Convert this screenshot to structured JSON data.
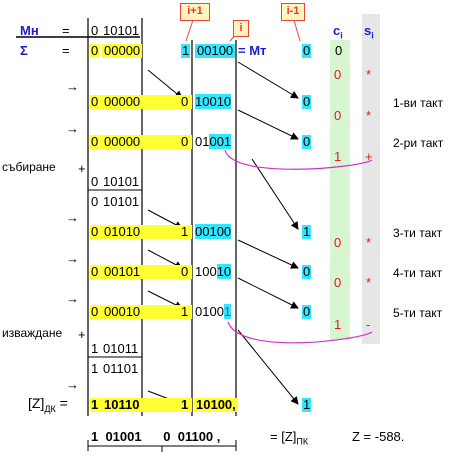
{
  "labels": {
    "mn": "Мн",
    "sigma": "Σ",
    "eq": "=",
    "mt": "= Мт",
    "i_plus_1": "i+1",
    "i": "i",
    "i_minus_1": "i-1",
    "c_head": "ci",
    "s_head": "si",
    "add": "събиране",
    "sub": "изваждане",
    "plus": "+",
    "arrow": "→",
    "zdk": "[Z]ДК =",
    "zpk": "= [Z]ПК",
    "z_value": "Z = -588."
  },
  "header": {
    "mn_sign": "0",
    "mn_bits": "10101",
    "sig_sign": "0",
    "sig_bits": "00000",
    "mt_sign": "1",
    "mt_bits_a": "00",
    "mt_bits_b": "100",
    "mt_extra": "0",
    "c0": "0"
  },
  "rows": [
    {
      "s": "0",
      "b": "00000",
      "m1": "0",
      "ma": "100",
      "mb": "10",
      "e": "0",
      "c": "0",
      "si": "*",
      "tact": "1-ви такт"
    },
    {
      "s": "0",
      "b": "00000",
      "m1": "0",
      "ma": "01",
      "mb": "001",
      "e": "0",
      "c": "1",
      "si": "+",
      "tact": "2-ри такт"
    },
    {
      "s": "0",
      "b": "01010",
      "m1": "1",
      "ma": "00",
      "mb": "100",
      "e": "1",
      "c": "0",
      "si": "*",
      "tact": "3-ти такт"
    },
    {
      "s": "0",
      "b": "00101",
      "m1": "0",
      "ma": "100",
      "mb": "10",
      "e": "0",
      "c": "0",
      "si": "*",
      "tact": "4-ти такт"
    },
    {
      "s": "0",
      "b": "00010",
      "m1": "1",
      "ma": "0100",
      "mb": "1",
      "e": "0",
      "c": "1",
      "si": "-",
      "tact": "5-ти такт"
    }
  ],
  "add_rows": {
    "r1s": "0",
    "r1b": "10101",
    "r2s": "0",
    "r2b": "10101"
  },
  "sub_rows": {
    "r1s": "1",
    "r1b": "01011",
    "r2s": "1",
    "r2b": "01101"
  },
  "result": {
    "s": "1",
    "b": "10110",
    "m1": "1",
    "mb": "10100",
    "comma": ",",
    "e": "1"
  },
  "final": {
    "text": "1  01001      0  01100 ,"
  },
  "colors": {
    "yellow": "#ffff33",
    "cyan": "#33e6ff",
    "green_col": "#d7f5d0",
    "gray_col": "#e6e6e6",
    "magenta": "#cc33cc",
    "red": "#e31b1b",
    "blue": "#1c1ccc"
  }
}
